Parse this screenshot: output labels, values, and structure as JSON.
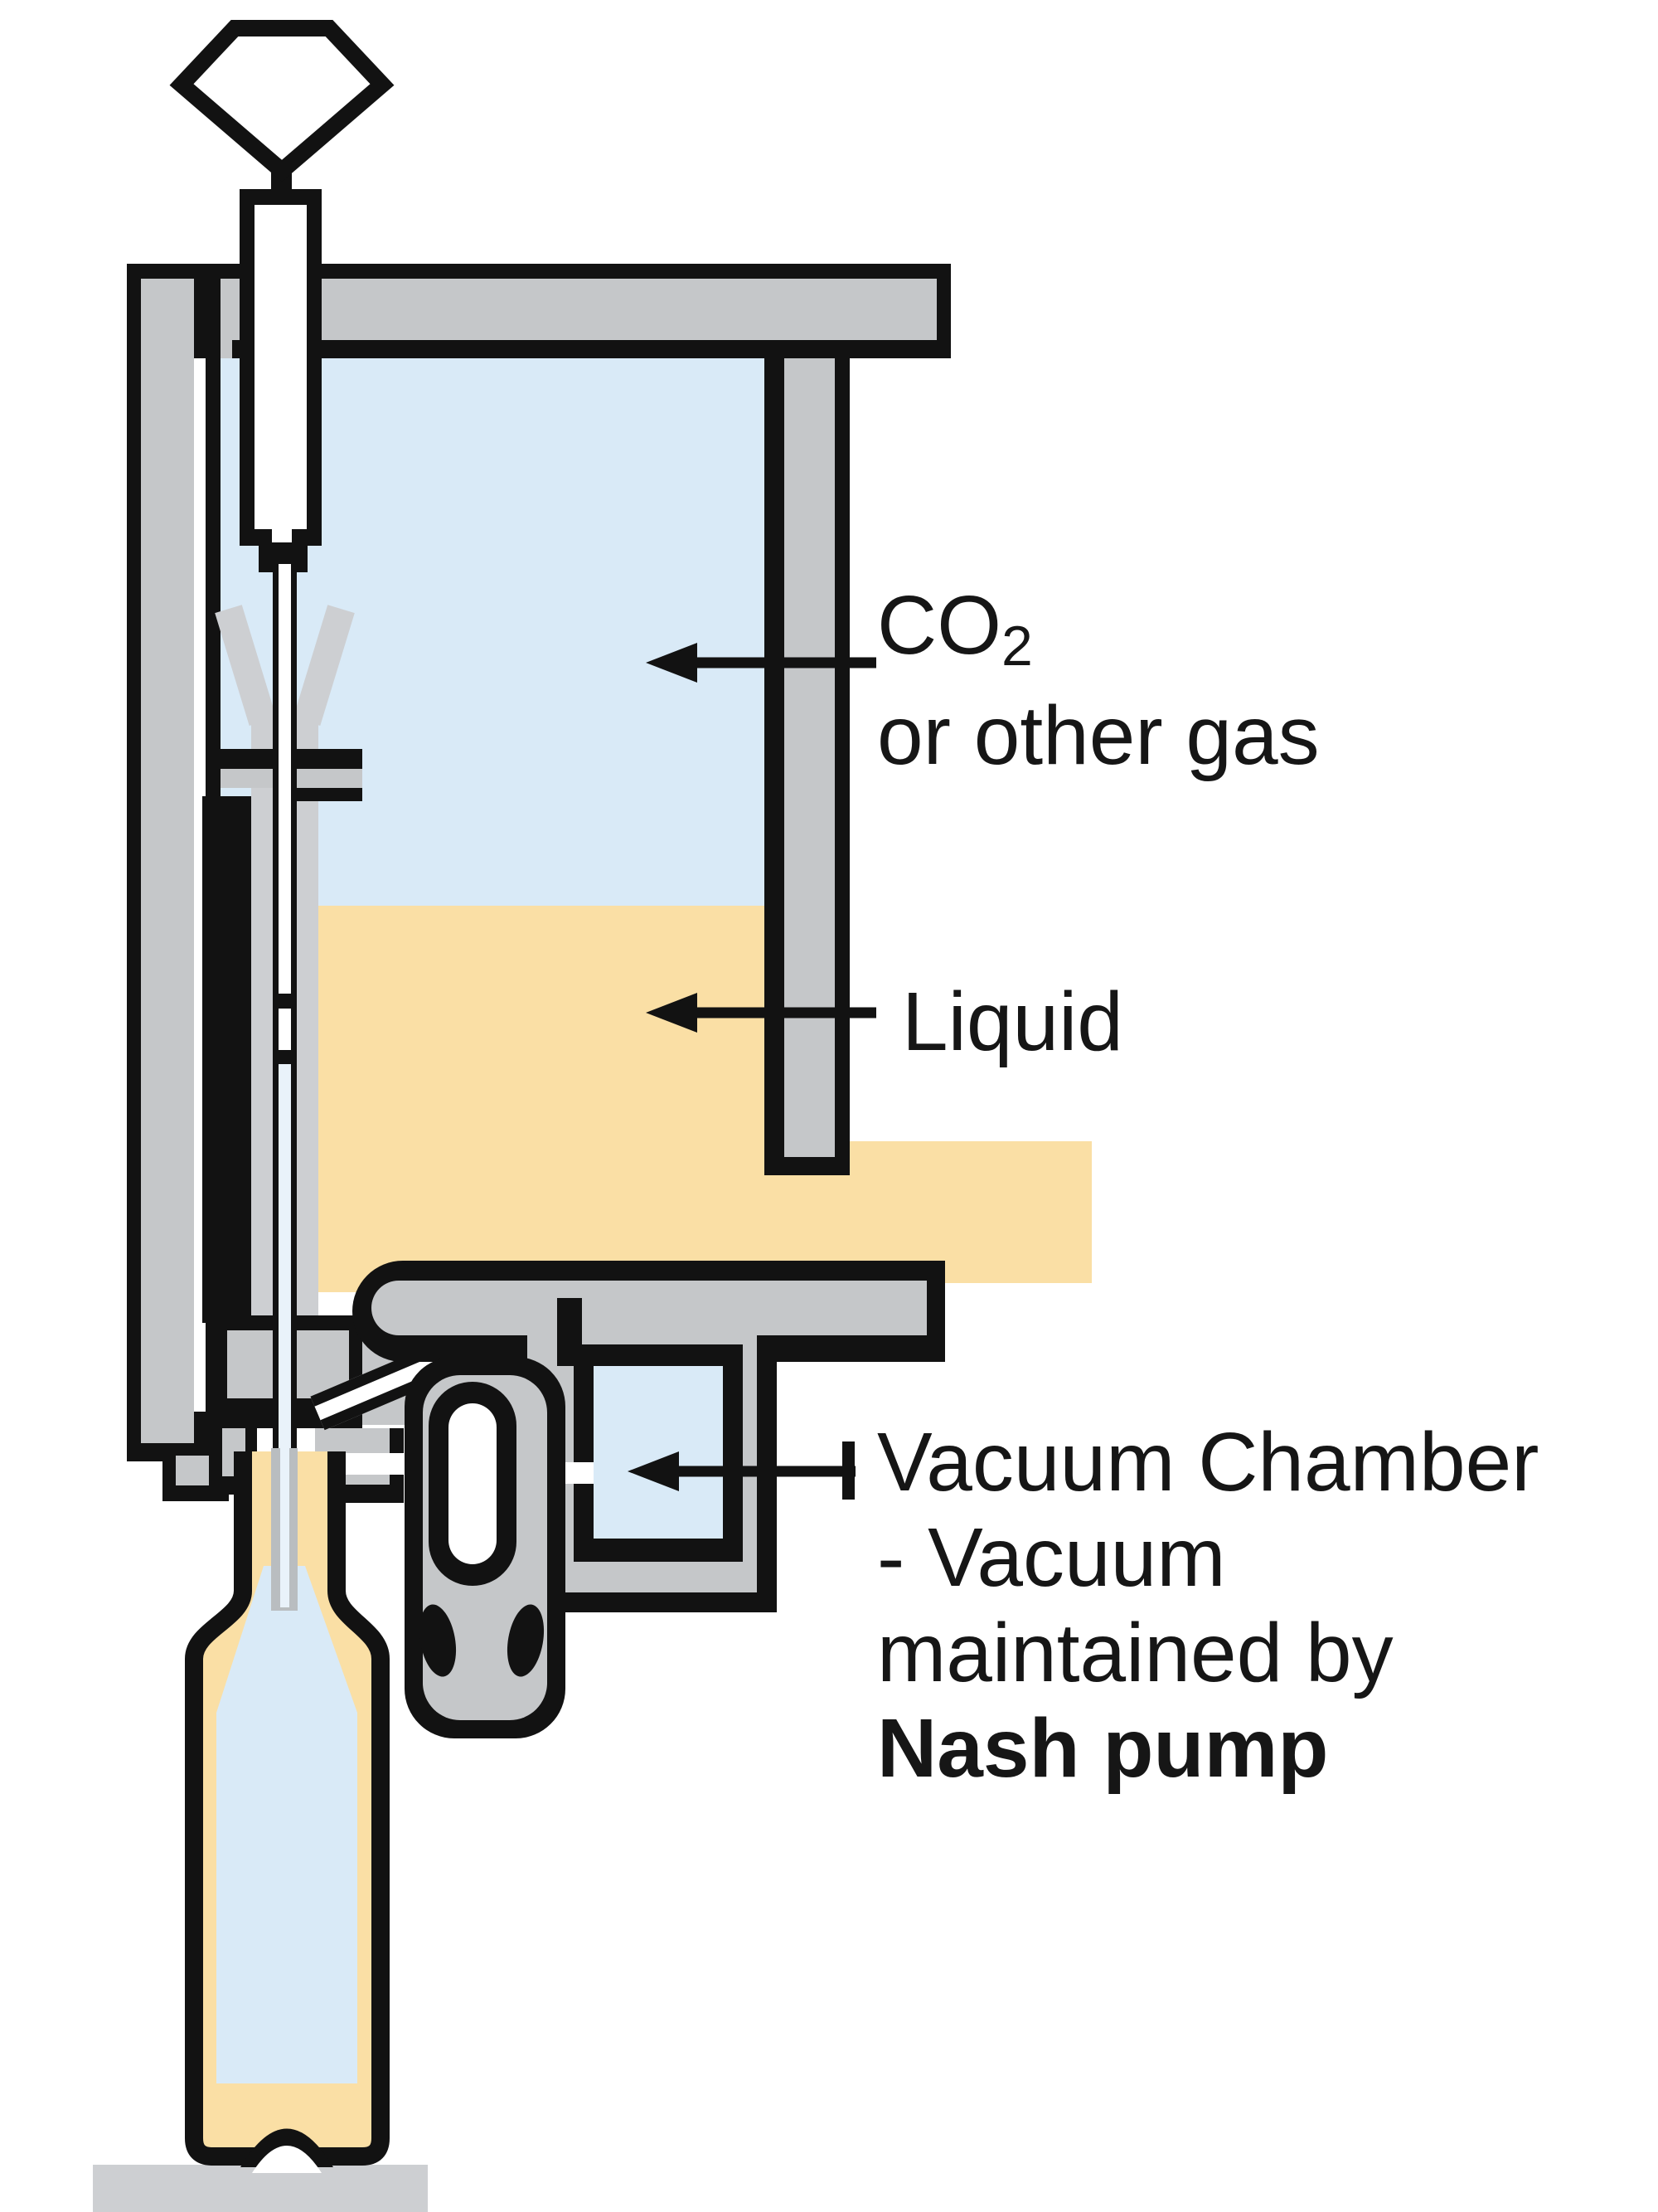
{
  "labels": {
    "co2": {
      "main": "CO",
      "sub": "2",
      "line2": "or other gas"
    },
    "liquid": {
      "text": "Liquid"
    },
    "vacuum": {
      "line1": "Vacuum Chamber",
      "line2": "- Vacuum",
      "line3": "maintained by",
      "line4": "Nash pump"
    }
  },
  "icons": {
    "valve_handwheel": "diamond-handwheel-icon",
    "arrows": "left-pointing-arrow"
  },
  "colors": {
    "gas": "#d9eaf7",
    "liquid": "#fadfa5",
    "metal": "#c5c7c9",
    "metal-light": "#cdcfd2",
    "outline": "#121212",
    "needle": "#e9f2fa",
    "bg": "#ffffff"
  }
}
